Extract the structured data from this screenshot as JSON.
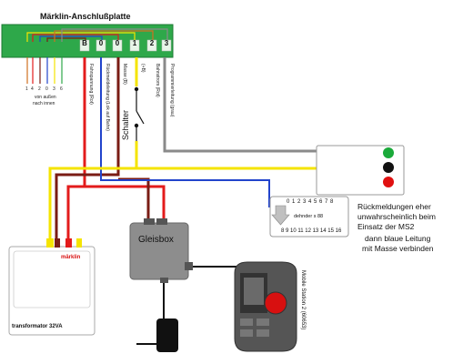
{
  "board": {
    "title": "Märklin-Anschlußplatte",
    "pins": [
      "B",
      "0",
      "0",
      "1",
      "2",
      "3"
    ],
    "left_pins": [
      "1",
      "4",
      "2",
      "0",
      "3",
      "6"
    ],
    "left_caption_1": "von außen",
    "left_caption_2": "nach innen",
    "wire_labels": [
      "Fahrspannung (Rot)",
      "Rückmeldeleitung (Lok auf Bahn)",
      "Masse (B)",
      "(+B)",
      "Bahnstrom (Rot)",
      "Programmierleitung (grau)"
    ]
  },
  "switch_label": "Schalter",
  "transformer": {
    "brand": "märklin",
    "label": "transformator 32VA"
  },
  "gleisbox": {
    "label": "Gleisbox"
  },
  "decoder": {
    "top_numbers": "0 1 2 3 4 5 6 7 8",
    "bottom_numbers": "8 9 10 11 12 13 14 15 16",
    "label": "dehnder s 88"
  },
  "mobile_station": {
    "label": "Mobile Station 2 (60653)"
  },
  "notes": {
    "line1": "Rückmeldungen eher",
    "line2": "unwahrscheinlich beim",
    "line3": "Einsatz der MS2",
    "line4": "dann blaue Leitung",
    "line5": "mit Masse verbinden"
  },
  "colors": {
    "board": "#2ea84a",
    "wire_red": "#e31b1b",
    "wire_brown": "#7a1c14",
    "wire_yellow": "#f5e400",
    "wire_blue": "#2244cc",
    "wire_grey": "#8a8a8a",
    "led_green": "#1aaa3a",
    "led_black": "#111111",
    "led_red": "#e01010"
  }
}
